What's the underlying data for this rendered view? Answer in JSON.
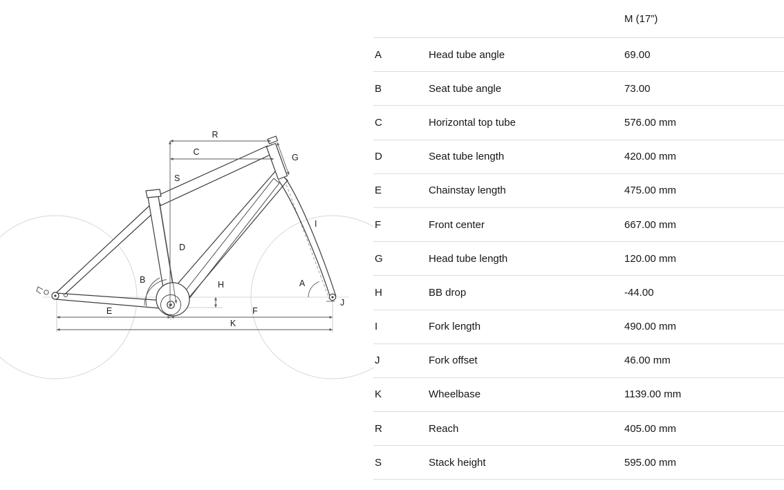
{
  "table": {
    "size_header": "M (17”)",
    "rows": [
      {
        "letter": "A",
        "name": "Head tube angle",
        "value": "69.00"
      },
      {
        "letter": "B",
        "name": "Seat tube angle",
        "value": "73.00"
      },
      {
        "letter": "C",
        "name": "Horizontal top tube",
        "value": "576.00 mm"
      },
      {
        "letter": "D",
        "name": "Seat tube length",
        "value": "420.00 mm"
      },
      {
        "letter": "E",
        "name": "Chainstay length",
        "value": "475.00 mm"
      },
      {
        "letter": "F",
        "name": "Front center",
        "value": "667.00 mm"
      },
      {
        "letter": "G",
        "name": "Head tube length",
        "value": "120.00 mm"
      },
      {
        "letter": "H",
        "name": "BB drop",
        "value": "-44.00"
      },
      {
        "letter": "I",
        "name": "Fork length",
        "value": "490.00 mm"
      },
      {
        "letter": "J",
        "name": "Fork offset",
        "value": "46.00 mm"
      },
      {
        "letter": "K",
        "name": "Wheelbase",
        "value": "1139.00 mm"
      },
      {
        "letter": "R",
        "name": "Reach",
        "value": "405.00 mm"
      },
      {
        "letter": "S",
        "name": "Stack height",
        "value": "595.00 mm"
      }
    ]
  },
  "diagram": {
    "labels": {
      "A": "A",
      "B": "B",
      "C": "C",
      "D": "D",
      "E": "E",
      "F": "F",
      "G": "G",
      "H": "H",
      "I": "I",
      "J": "J",
      "K": "K",
      "R": "R",
      "S": "S"
    }
  },
  "colors": {
    "text": "#161616",
    "rule": "#dcdcdc",
    "frame_line": "#3d3d3d",
    "wheel_line": "#d6d6d6",
    "dim_line": "#5a5a5a"
  }
}
